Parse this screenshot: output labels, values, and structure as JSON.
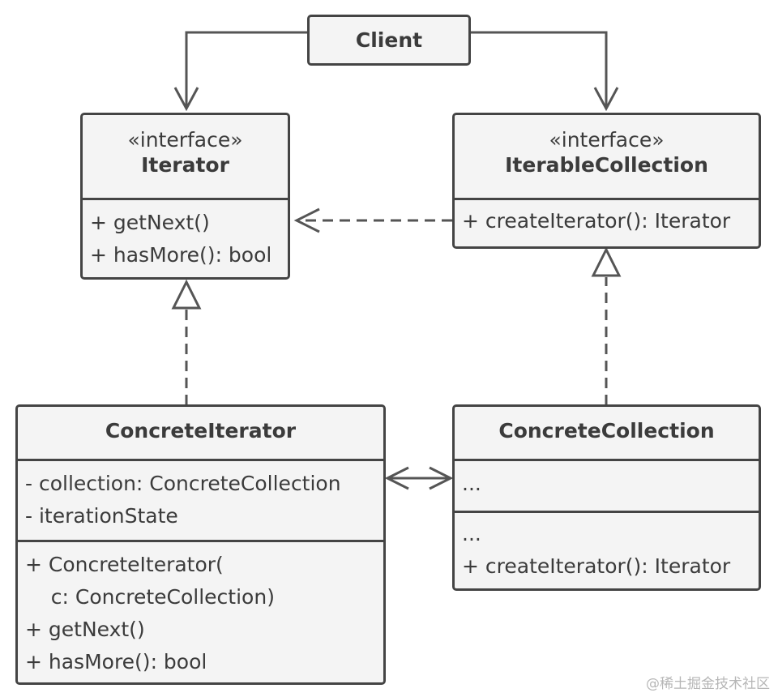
{
  "client": {
    "name": "Client"
  },
  "iterator": {
    "stereotype": "«interface»",
    "name": "Iterator",
    "methods": [
      "+ getNext()",
      "+ hasMore(): bool"
    ]
  },
  "iterable_collection": {
    "stereotype": "«interface»",
    "name": "IterableCollection",
    "methods": [
      "+ createIterator(): Iterator"
    ]
  },
  "concrete_iterator": {
    "name": "ConcreteIterator",
    "fields": [
      "- collection: ConcreteCollection",
      "- iterationState"
    ],
    "methods": [
      "+ ConcreteIterator(",
      "    c: ConcreteCollection)",
      "+ getNext()",
      "+ hasMore(): bool"
    ]
  },
  "concrete_collection": {
    "name": "ConcreteCollection",
    "fields": [
      "..."
    ],
    "methods": [
      "...",
      "+ createIterator(): Iterator"
    ]
  },
  "watermark": "@稀土掘金技术社区"
}
